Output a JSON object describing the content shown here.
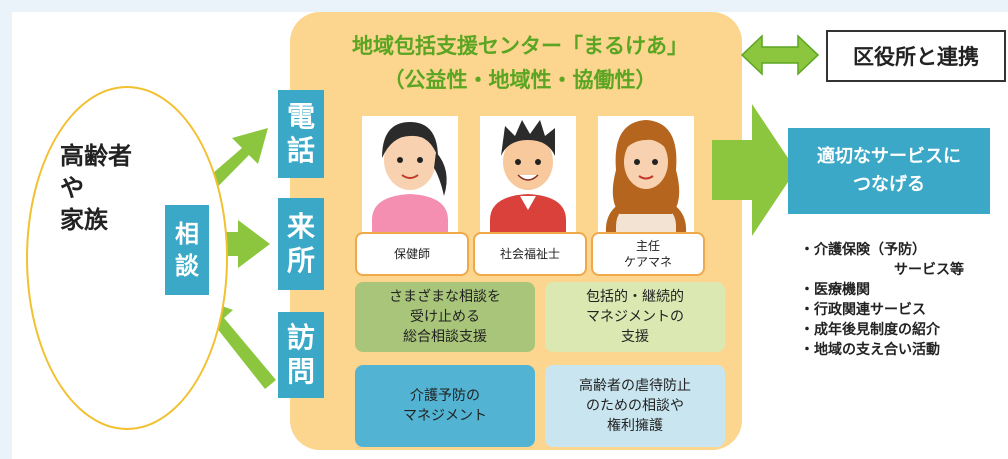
{
  "elder": {
    "line1": "高齢者",
    "line2": "や",
    "line3": "家族"
  },
  "consult": {
    "c1": "相",
    "c2": "談"
  },
  "channels": [
    {
      "c1": "電",
      "c2": "話"
    },
    {
      "c1": "来",
      "c2": "所"
    },
    {
      "c1": "訪",
      "c2": "問"
    }
  ],
  "center": {
    "title": "地域包括支援センター「まるけあ」",
    "subtitle": "（公益性・地域性・協働性）"
  },
  "staff": [
    {
      "role_line1": "保健師",
      "role_line2": ""
    },
    {
      "role_line1": "社会福祉士",
      "role_line2": ""
    },
    {
      "role_line1": "主任",
      "role_line2": "ケアマネ"
    }
  ],
  "functions": [
    {
      "l1": "さまざまな相談を",
      "l2": "受け止める",
      "l3": "総合相談支援"
    },
    {
      "l1": "包括的・継続的",
      "l2": "マネジメントの",
      "l3": "支援"
    },
    {
      "l1": "介護予防の",
      "l2": "マネジメント",
      "l3": ""
    },
    {
      "l1": "高齢者の虐待防止",
      "l2": "のための相談や",
      "l3": "権利擁護"
    }
  ],
  "ward_office": "区役所と連携",
  "service": {
    "line1": "適切なサービスに",
    "line2": "つなげる"
  },
  "service_list": [
    "・介護保険（予防）",
    "サービス等",
    "・医療機関",
    "・行政関連サービス",
    "・成年後見制度の紹介",
    "・地域の支え合い活動"
  ],
  "colors": {
    "panel": "#fcd58f",
    "green_arrow": "#8cc63f",
    "teal": "#3aa8c6",
    "title_green": "#5aa521",
    "elder_border": "#f2c131"
  }
}
